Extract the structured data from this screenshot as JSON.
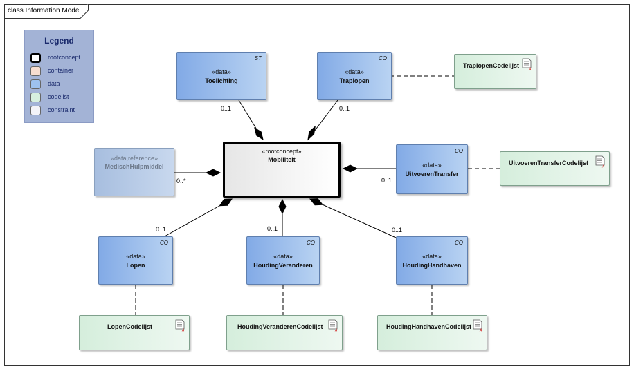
{
  "diagram": {
    "title": "class Information Model"
  },
  "legend": {
    "title": "Legend",
    "items": [
      {
        "label": "rootconcept",
        "color": "#ffffff"
      },
      {
        "label": "container",
        "color": "#f7ddd0"
      },
      {
        "label": "data",
        "color": "#9dc1ee"
      },
      {
        "label": "codelist",
        "color": "#d7f0df"
      },
      {
        "label": "constraint",
        "color": "#f3f3f8"
      }
    ]
  },
  "classes": {
    "mobiliteit": {
      "stereotype": "«rootconcept»",
      "name": "Mobiliteit"
    },
    "toelichting": {
      "stereotype": "«data»",
      "name": "Toelichting",
      "tag": "ST"
    },
    "traplopen": {
      "stereotype": "«data»",
      "name": "Traplopen",
      "tag": "CO"
    },
    "medisch": {
      "stereotype": "«data,reference»",
      "name": "MedischHulpmiddel"
    },
    "uitvoeren": {
      "stereotype": "«data»",
      "name": "UitvoerenTransfer",
      "tag": "CO"
    },
    "lopen": {
      "stereotype": "«data»",
      "name": "Lopen",
      "tag": "CO"
    },
    "houdingVeranderen": {
      "stereotype": "«data»",
      "name": "HoudingVeranderen",
      "tag": "CO"
    },
    "houdingHandhaven": {
      "stereotype": "«data»",
      "name": "HoudingHandhaven",
      "tag": "CO"
    }
  },
  "codelists": {
    "traplopen": "TraplopenCodelijst",
    "uitvoeren": "UitvoerenTransferCodelijst",
    "lopen": "LopenCodelijst",
    "houdingVeranderen": "HoudingVeranderenCodelijst",
    "houdingHandhaven": "HoudingHandhavenCodelijst"
  },
  "multiplicities": {
    "toelichting": "0..1",
    "traplopen": "0..1",
    "medisch": "0..*",
    "uitvoeren": "0..1",
    "lopen": "0..1",
    "houdingVeranderen": "0..1",
    "houdingHandhaven": "0..1"
  }
}
